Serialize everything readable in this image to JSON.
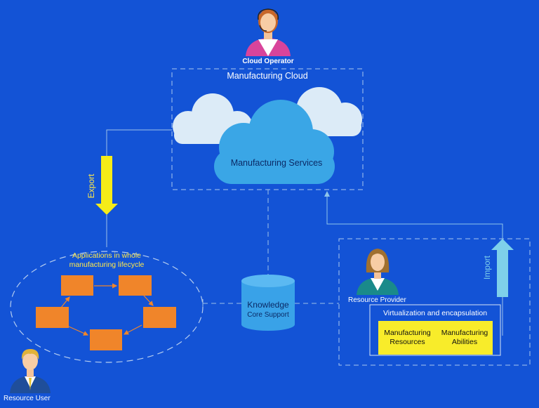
{
  "cloud_operator": {
    "label": "Cloud Operator"
  },
  "manufacturing_cloud": {
    "title": "Manufacturing Cloud",
    "services_label": "Manufacturing Services"
  },
  "export_label": "Export",
  "import_label": "Import",
  "applications": {
    "line1": "Applications in whole",
    "line2": "manufacturing lifecycle"
  },
  "knowledge": {
    "line1": "Knowledge",
    "line2": "Core Support"
  },
  "resource_provider": {
    "label": "Resource Provider",
    "virtualization_label": "Virtualization and encapsulation",
    "resources": {
      "line1": "Manufacturing",
      "line2": "Resources"
    },
    "abilities": {
      "line1": "Manufacturing",
      "line2": "Abilities"
    }
  },
  "resource_user": {
    "label": "Resource User"
  },
  "colors": {
    "background": "#1353d6",
    "export_arrow": "#f5ec18",
    "import_arrow": "#7ed0ea",
    "process_box": "#f0852a",
    "resource_box": "#f8ec2a",
    "cloud_front": "#3aa6e6",
    "cloud_back": "#d8ecf8"
  }
}
